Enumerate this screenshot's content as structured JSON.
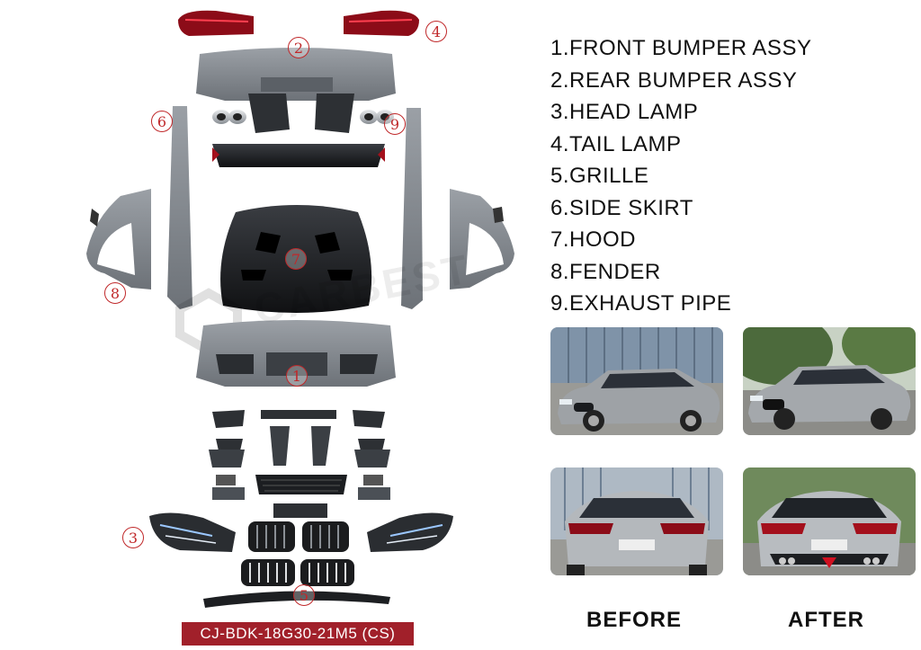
{
  "parts_list": [
    "1.FRONT BUMPER ASSY",
    "2.REAR BUMPER ASSY",
    "3.HEAD LAMP",
    "4.TAIL LAMP",
    "5.GRILLE",
    "6.SIDE SKIRT",
    "7.HOOD",
    "8.FENDER",
    "9.EXHAUST PIPE"
  ],
  "markers": {
    "m1": "1",
    "m2": "2",
    "m3": "3",
    "m4": "4",
    "m5": "5",
    "m6": "6",
    "m7": "7",
    "m8": "8",
    "m9": "9"
  },
  "watermark": "CARBEST",
  "captions": {
    "before": "BEFORE",
    "after": "AFTER"
  },
  "product_code": "CJ-BDK-18G30-21M5 (CS)",
  "colors": {
    "marker": "#c0282a",
    "code_bg": "#a1202a",
    "parts_grey": "#7f858b",
    "carbon": "#1d1f22",
    "taillight": "#a4101c"
  }
}
